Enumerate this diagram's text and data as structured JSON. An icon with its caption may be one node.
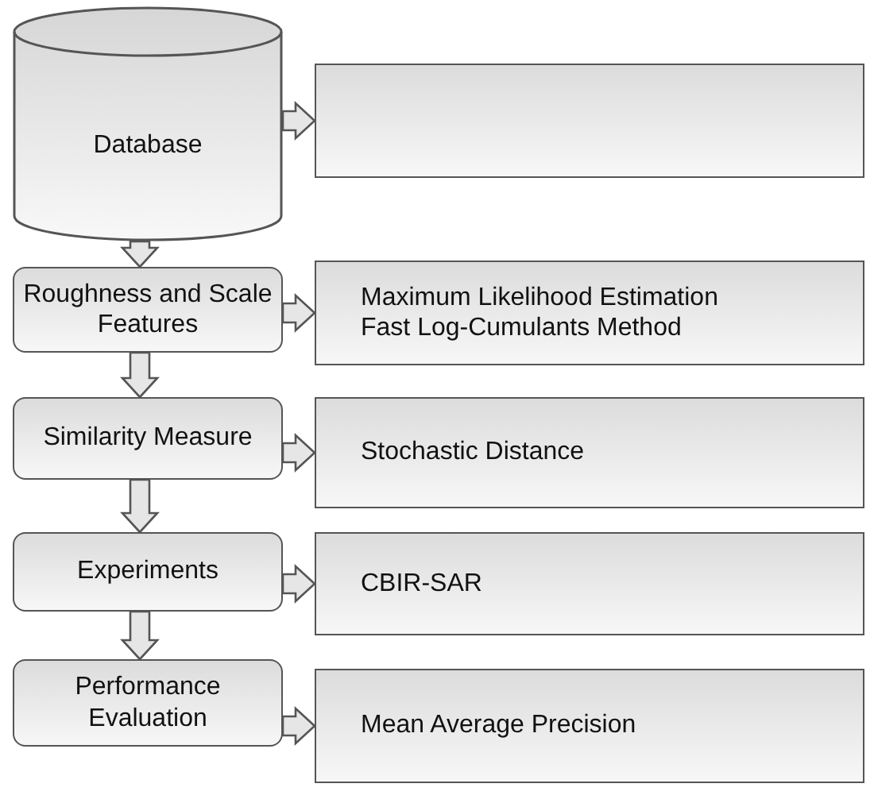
{
  "diagram": {
    "nodes": [
      {
        "text": [
          "Database"
        ]
      },
      {
        "text": [],
        "shape": "box"
      },
      {
        "text": [
          "Roughness and Scale Features"
        ]
      },
      {
        "text": [
          "Maximum Likelihood Estimation",
          "Fast Log-Cumulants Method"
        ]
      },
      {
        "text": [
          "Similarity Measure"
        ]
      },
      {
        "text": [
          "Stochastic Distance"
        ]
      },
      {
        "text": [
          "Experiments"
        ]
      },
      {
        "text": [
          "CBIR-SAR"
        ]
      },
      {
        "text": [
          "Performance Evaluation"
        ]
      },
      {
        "text": [
          "Mean Average Precision"
        ]
      }
    ],
    "edges": [
      {
        "from": 0,
        "to": 1,
        "arrow": "to"
      },
      {
        "from": 0,
        "to": 2,
        "arrow": "to"
      },
      {
        "from": 2,
        "to": 3,
        "arrow": "to"
      },
      {
        "from": 2,
        "to": 4,
        "arrow": "to"
      },
      {
        "from": 4,
        "to": 5,
        "arrow": "to"
      },
      {
        "from": 4,
        "to": 6,
        "arrow": "to"
      },
      {
        "from": 6,
        "to": 7,
        "arrow": "to"
      },
      {
        "from": 6,
        "to": 8,
        "arrow": "to"
      },
      {
        "from": 8,
        "to": 9,
        "arrow": "to"
      }
    ]
  }
}
